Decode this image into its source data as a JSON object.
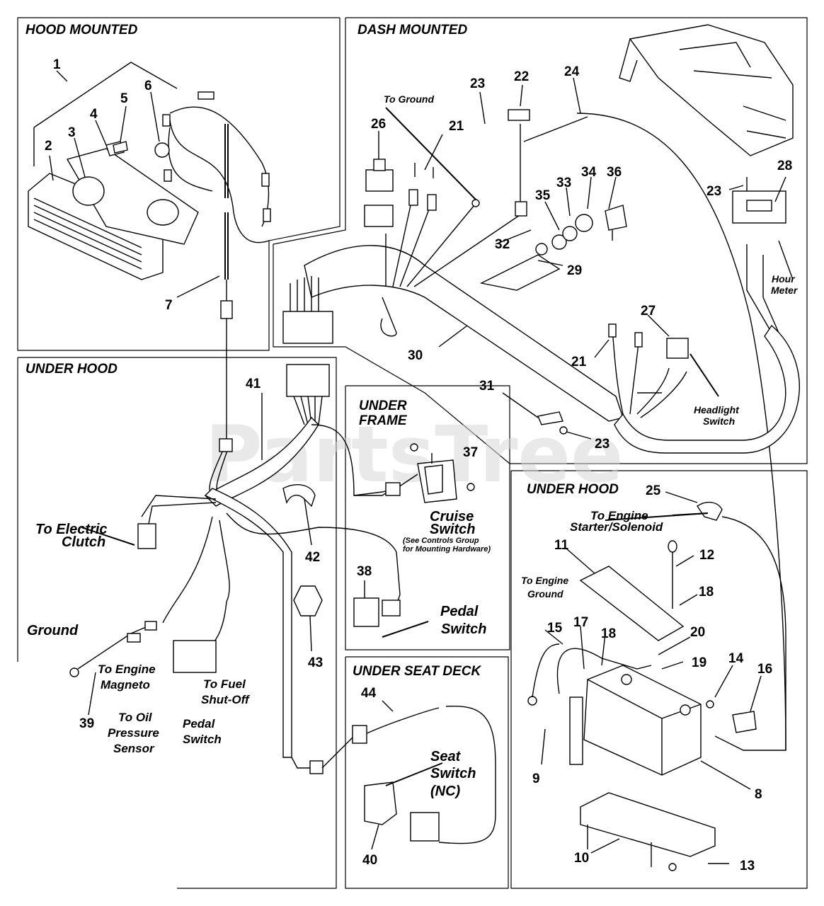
{
  "watermark": "PartsTree",
  "sections": {
    "hood_mounted": "HOOD MOUNTED",
    "dash_mounted": "DASH MOUNTED",
    "under_hood_left": "UNDER HOOD",
    "under_frame": [
      "UNDER",
      "FRAME"
    ],
    "under_hood_right": "UNDER HOOD",
    "under_seat_deck": "UNDER SEAT DECK"
  },
  "labels": {
    "to_ground": "To Ground",
    "hour_meter": [
      "Hour",
      "Meter"
    ],
    "headlight_switch": [
      "Headlight",
      "Switch"
    ],
    "to_electric_clutch": [
      "To Electric",
      "Clutch"
    ],
    "ground": "Ground",
    "to_engine_magneto": [
      "To Engine",
      "Magneto"
    ],
    "to_fuel_shutoff": [
      "To Fuel",
      "Shut-Off"
    ],
    "to_oil_pressure_sensor": [
      "To Oil",
      "Pressure",
      "Sensor"
    ],
    "pedal_switch_left": [
      "Pedal",
      "Switch"
    ],
    "cruise_switch": [
      "Cruise",
      "Switch"
    ],
    "cruise_note": [
      "(See Controls Group",
      "for Mounting Hardware)"
    ],
    "pedal_switch_right": [
      "Pedal",
      "Switch"
    ],
    "to_engine_starter": [
      "To Engine",
      "Starter/Solenoid"
    ],
    "to_engine_ground": [
      "To Engine",
      "Ground"
    ],
    "seat_switch": [
      "Seat",
      "Switch",
      "(NC)"
    ]
  },
  "part_numbers": {
    "n1": "1",
    "n2": "2",
    "n3": "3",
    "n4": "4",
    "n5": "5",
    "n6": "6",
    "n7": "7",
    "n8": "8",
    "n9": "9",
    "n10": "10",
    "n11": "11",
    "n12": "12",
    "n13": "13",
    "n14": "14",
    "n15": "15",
    "n16": "16",
    "n17": "17",
    "n18a": "18",
    "n18b": "18",
    "n19": "19",
    "n20": "20",
    "n21a": "21",
    "n21b": "21",
    "n22": "22",
    "n23a": "23",
    "n23b": "23",
    "n23c": "23",
    "n24": "24",
    "n25": "25",
    "n26": "26",
    "n27": "27",
    "n28": "28",
    "n29": "29",
    "n30": "30",
    "n31": "31",
    "n32": "32",
    "n33": "33",
    "n34": "34",
    "n35": "35",
    "n36": "36",
    "n37": "37",
    "n38": "38",
    "n39": "39",
    "n40": "40",
    "n41": "41",
    "n42": "42",
    "n43": "43",
    "n44": "44"
  }
}
